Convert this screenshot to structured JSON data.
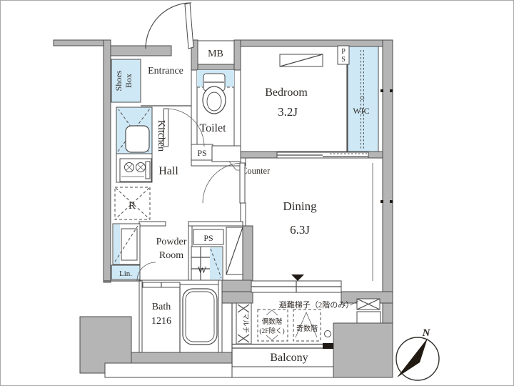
{
  "image": {
    "type": "apartment-floorplan"
  },
  "floorplan": {
    "rooms": {
      "entrance": {
        "label": "Entrance"
      },
      "shoes_box": {
        "line1": "Shoes",
        "line2": "Box"
      },
      "toilet": {
        "label": "Toilet"
      },
      "kitchen": {
        "label": "Kitchen"
      },
      "hall": {
        "label": "Hall"
      },
      "bedroom": {
        "label": "Bedroom",
        "size": "3.2J"
      },
      "wic": {
        "label": "WIC"
      },
      "dining": {
        "label": "Dining",
        "size": "6.3J"
      },
      "powder_room": {
        "line1": "Powder",
        "line2": "Room"
      },
      "bath": {
        "label": "Bath",
        "size": "1216"
      },
      "balcony": {
        "label": "Balcony"
      }
    },
    "fixtures": {
      "mb": "MB",
      "ps_toilet": "PS",
      "ps_bedroom": {
        "line1": "P",
        "line2": "S"
      },
      "ps_powder": "PS",
      "refrigerator": "R",
      "washer": "W",
      "linen": "Lin.",
      "counter": "Counter",
      "multi": "マルチ",
      "evacuation_ladder_note": "避難梯子（2階のみ）",
      "even_floor": {
        "line1": "偶数階",
        "line2": "(2F除く)"
      },
      "odd_floor": "奇数階"
    },
    "compass": {
      "north": "N"
    },
    "colors": {
      "wall_gray": "#b5b5b5",
      "fixture_blue": "#cfe8f5",
      "line_dark": "#4b4b4b"
    }
  }
}
